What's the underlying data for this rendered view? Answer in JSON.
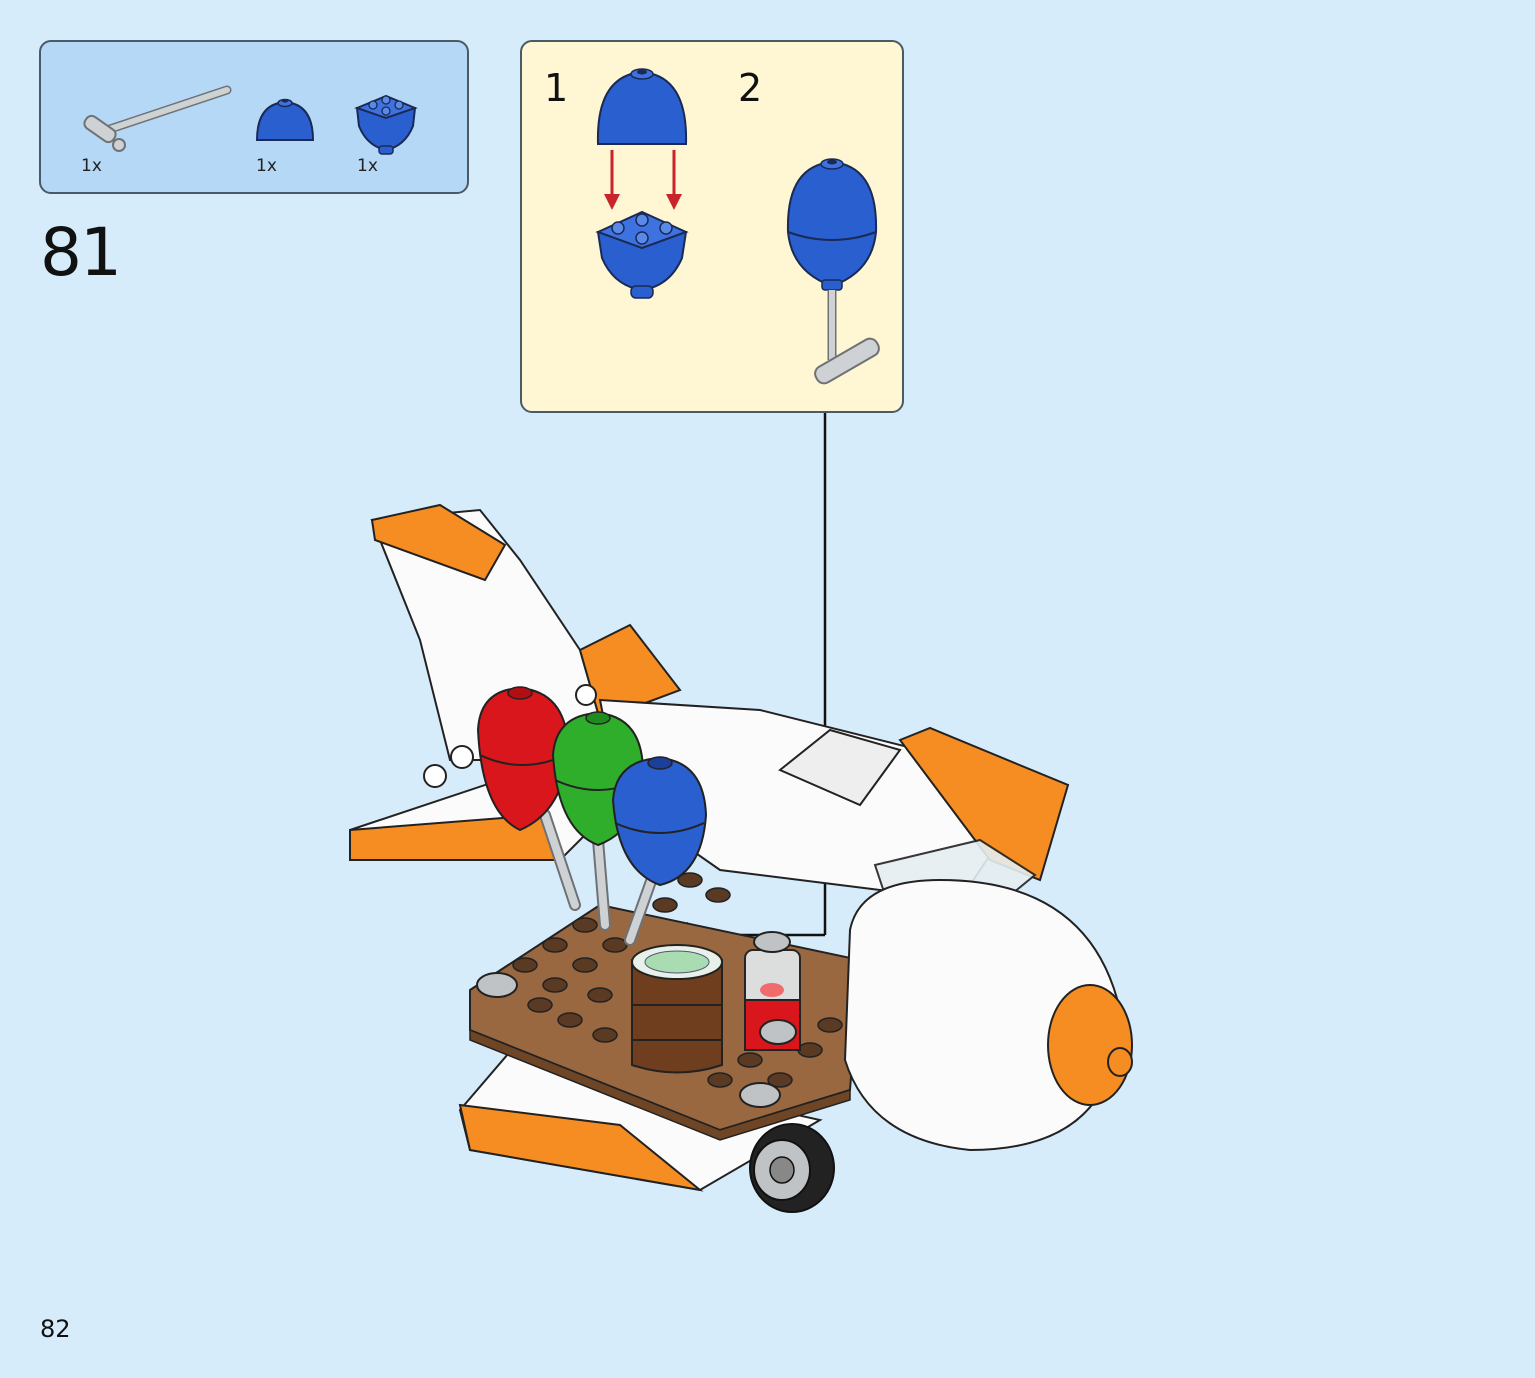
{
  "parts_list": {
    "items": [
      {
        "name": "gray-bar-with-clip",
        "quantity": "1x"
      },
      {
        "name": "blue-round-dome",
        "quantity": "1x"
      },
      {
        "name": "blue-round-cone-brick",
        "quantity": "1x"
      }
    ]
  },
  "step": {
    "number": "81"
  },
  "callout": {
    "substeps": [
      {
        "label": "1"
      },
      {
        "label": "2"
      }
    ]
  },
  "colors": {
    "page_background": "#d6ecfb",
    "parts_box": "#b4d8f5",
    "callout_box": "#fff6d3",
    "blue": "#2a5fd0",
    "red": "#d8161b",
    "green": "#2fae2c",
    "orange": "#f58d22",
    "brown": "#9a6840",
    "gray": "#bfc3c6"
  },
  "page": {
    "number": "82"
  }
}
